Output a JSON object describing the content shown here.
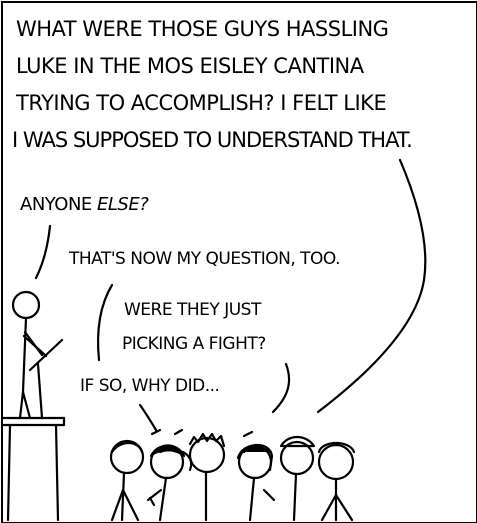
{
  "panel": {
    "speech_top": [
      "WHAT WERE THOSE GUYS HASSLING",
      "LUKE IN THE MOS EISLEY CANTINA",
      "TRYING TO ACCOMPLISH? I FELT LIKE",
      "I WAS SUPPOSED TO UNDERSTAND THAT."
    ],
    "speech_anyone_prefix": "ANYONE ",
    "speech_anyone_emphasis": "ELSE?",
    "speech_question": "THAT'S NOW MY QUESTION, TOO.",
    "speech_fight": [
      "WERE THEY JUST",
      "PICKING A FIGHT?"
    ],
    "speech_if_so": "IF SO, WHY DID...",
    "colors": {
      "ink": "#000000",
      "paper": "#ffffff"
    }
  }
}
